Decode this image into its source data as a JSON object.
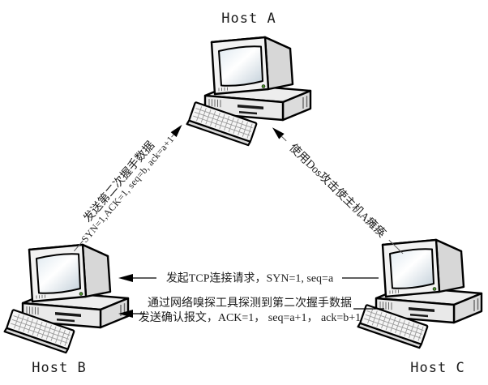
{
  "diagram": {
    "hosts": {
      "a": {
        "label": "Host A",
        "icon": "desktop-computer-icon"
      },
      "b": {
        "label": "Host B",
        "icon": "desktop-computer-icon"
      },
      "c": {
        "label": "Host C",
        "icon": "desktop-computer-icon"
      }
    },
    "arrows": {
      "b_to_a": {
        "from": "Host B",
        "to": "Host A",
        "line1": "发送第二次握手数据",
        "line2": "SYN=1,ACK=1, seq=b, ack=a+1"
      },
      "c_to_a": {
        "from": "Host C",
        "to": "Host A",
        "label": "使用Dos攻击使主机A瘫痪"
      },
      "c_to_b_syn": {
        "from": "Host C",
        "to": "Host B",
        "label": "发起TCP连接请求，SYN=1, seq=a"
      },
      "c_to_b_ack": {
        "from": "Host C",
        "to": "Host B",
        "line1": "通过网络嗅探工具探测到第二次握手数据",
        "line2": "发送确认报文，ACK=1， seq=a+1， ack=b+1"
      }
    },
    "colors": {
      "background": "#ffffff",
      "outline": "#000000",
      "arrow": "#000000",
      "diagonal_line": "#5a5a5a",
      "computer_body": "#f0f0f0",
      "screen_tint": "#cfdde8",
      "power_led": "#4a8f2a"
    }
  }
}
